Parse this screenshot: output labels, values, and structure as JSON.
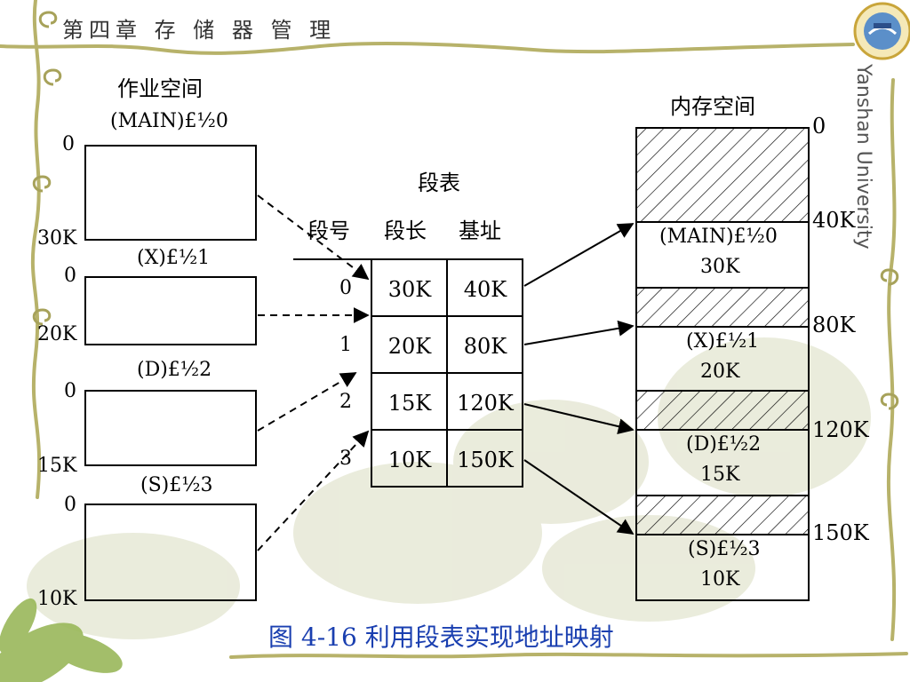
{
  "header": {
    "chapter_title": "第四章 存 储 器 管 理",
    "university": "Yanshan University"
  },
  "job_space": {
    "title": "作业空间",
    "segments": [
      {
        "name": "(MAIN)£½0",
        "start": "0",
        "end": "30K"
      },
      {
        "name": "(X)£½1",
        "start": "0",
        "end": "20K"
      },
      {
        "name": "(D)£½2",
        "start": "0",
        "end": "15K"
      },
      {
        "name": "(S)£½3",
        "start": "0",
        "end": "10K"
      }
    ]
  },
  "segment_table": {
    "title": "段表",
    "headers": [
      "段号",
      "段长",
      "基址"
    ],
    "rows": [
      {
        "num": "0",
        "length": "30K",
        "base": "40K"
      },
      {
        "num": "1",
        "length": "20K",
        "base": "80K"
      },
      {
        "num": "2",
        "length": "15K",
        "base": "120K"
      },
      {
        "num": "3",
        "length": "10K",
        "base": "150K"
      }
    ]
  },
  "memory_space": {
    "title": "内存空间",
    "addresses": [
      "0",
      "40K",
      "80K",
      "120K",
      "150K"
    ],
    "blocks": [
      {
        "name": "(MAIN)£½0",
        "size": "30K"
      },
      {
        "name": "(X)£½1",
        "size": "20K"
      },
      {
        "name": "(D)£½2",
        "size": "15K"
      },
      {
        "name": "(S)£½3",
        "size": "10K"
      }
    ]
  },
  "caption": "图 4-16 利用段表实现地址映射"
}
